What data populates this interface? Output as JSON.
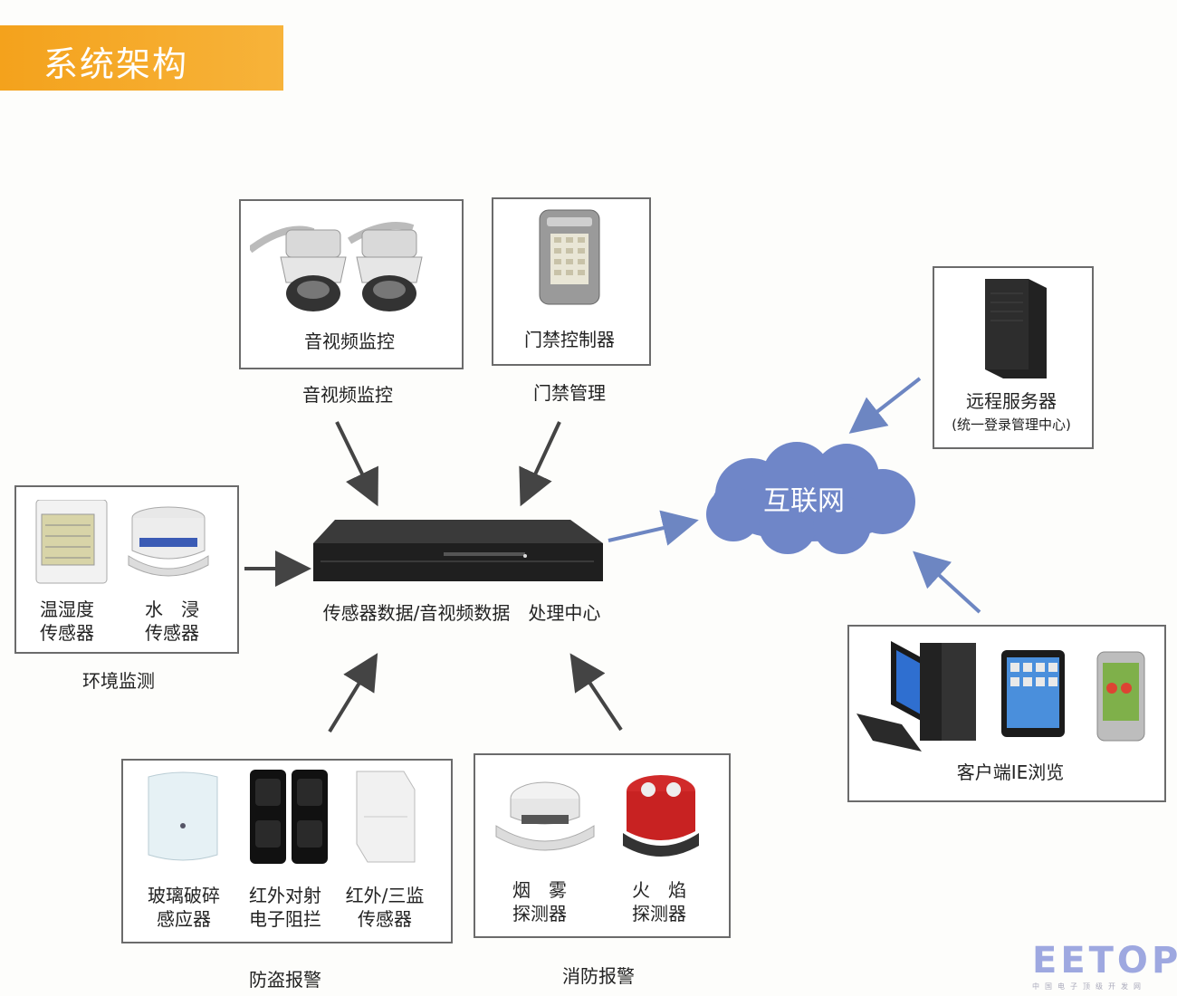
{
  "banner": {
    "title": "系统架构"
  },
  "video": {
    "box_label": "音视频监控",
    "caption": "音视频监控"
  },
  "access": {
    "box_label": "门禁控制器",
    "caption": "门禁管理"
  },
  "env": {
    "temp_line1": "温湿度",
    "temp_line2": "传感器",
    "water_line1": "水　浸",
    "water_line2": "传感器",
    "caption": "环境监测"
  },
  "center": {
    "label": "传感器数据/音视频数据　处理中心"
  },
  "internet": {
    "label": "互联网"
  },
  "server": {
    "line1": "远程服务器",
    "line2": "(统一登录管理中心)"
  },
  "client": {
    "label": "客户端IE浏览"
  },
  "burglar": {
    "glass_line1": "玻璃破碎",
    "glass_line2": "感应器",
    "ir_line1": "红外对射",
    "ir_line2": "电子阻拦",
    "tri_line1": "红外/三监",
    "tri_line2": "传感器",
    "caption": "防盗报警"
  },
  "fire": {
    "smoke_line1": "烟　雾",
    "smoke_line2": "探测器",
    "flame_line1": "火　焰",
    "flame_line2": "探测器",
    "caption": "消防报警"
  },
  "watermark": {
    "brand": "EETOP",
    "sub": "中国电子顶级开发网"
  },
  "colors": {
    "banner": "#f4a21c",
    "cloud": "#6f86c8",
    "arrow_dark": "#444444",
    "arrow_blue": "#6d86c2"
  }
}
